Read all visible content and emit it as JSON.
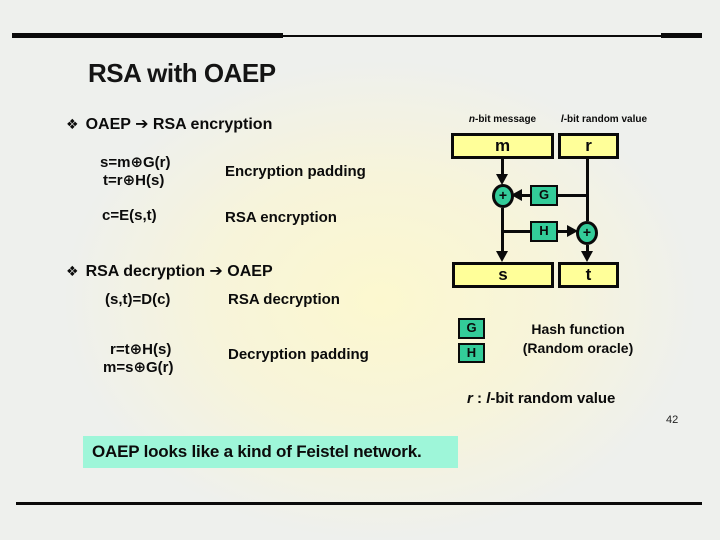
{
  "slide": {
    "title": "RSA with OAEP",
    "page_number": "42",
    "footnote": "OAEP looks like a kind of Feistel network."
  },
  "encryption": {
    "bullet": "❖",
    "heading": "OAEP ➔ RSA encryption",
    "eq1": "s=m⊕G(r)",
    "eq2": "t=r⊕H(s)",
    "padding_label": "Encryption padding",
    "eq3": "c=E(s,t)",
    "rsa_label": "RSA encryption"
  },
  "decryption": {
    "bullet": "❖",
    "heading": "RSA decryption ➔ OAEP",
    "eq1": "(s,t)=D(c)",
    "rsa_label": "RSA decryption",
    "eq2": "r=t⊕H(s)",
    "eq3": "m=s⊕G(r)",
    "padding_label": "Decryption padding"
  },
  "diagram": {
    "msg_label_var": "n",
    "msg_label_rest": "-bit message",
    "rand_label_var": "l",
    "rand_label_rest": "-bit random value",
    "box_m": "m",
    "box_r": "r",
    "box_s": "s",
    "box_t": "t",
    "node_g": "G",
    "node_h": "H",
    "xor_sign": "+"
  },
  "legend": {
    "g": "G",
    "h": "H",
    "line1": "Hash function",
    "line2": "(Random oracle)",
    "note_var1": "r",
    "note_sep": " : ",
    "note_var2": "l",
    "note_rest": "-bit random value"
  },
  "theme": {
    "box_yellow": "#ffff99",
    "node_teal": "#33cc99",
    "highlight_cyan": "#9ef6d9",
    "line_black": "#0a0a0a",
    "bg_center": "#fcf8cf",
    "bg_edge": "#eef0ed"
  }
}
